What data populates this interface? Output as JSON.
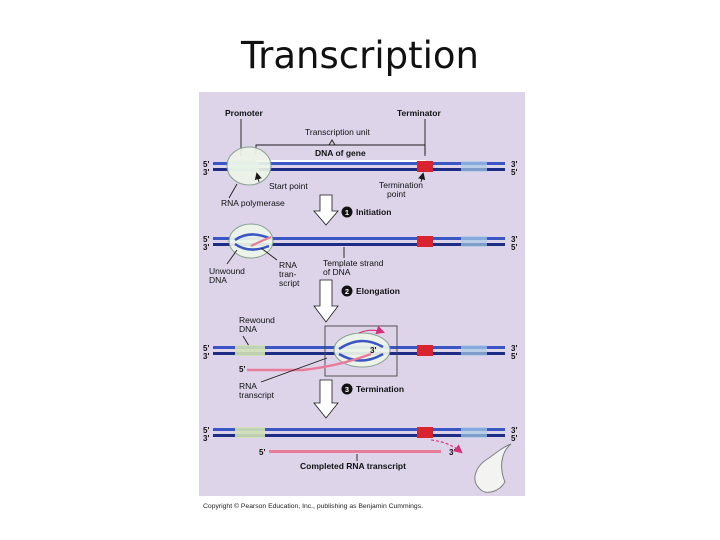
{
  "slide": {
    "title": "Transcription"
  },
  "colors": {
    "panel": "#ddd4ea",
    "template_strand": "#1d2d86",
    "coding_strand": "#3a55c4",
    "terminator": "#d9232e",
    "rna": "#e97b9a",
    "gene_bracket": "#ffffff",
    "polymerase": "#eef6e8"
  },
  "figure": {
    "promoter": "Promoter",
    "terminator": "Terminator",
    "transcription_unit": "Transcription unit",
    "dna_of_gene": "DNA of gene",
    "start_point": "Start point",
    "rna_polymerase": "RNA polymerase",
    "termination_point_l1": "Termination",
    "termination_point_l2": "point",
    "unwound_l1": "Unwound",
    "unwound_l2": "DNA",
    "rna_tr_l1": "RNA",
    "rna_tr_l2": "tran-",
    "rna_tr_l3": "script",
    "template_l1": "Template strand",
    "template_l2": "of DNA",
    "rewound_l1": "Rewound",
    "rewound_l2": "DNA",
    "rna_transcript_l1": "RNA",
    "rna_transcript_l2": "transcript",
    "completed": "Completed RNA transcript",
    "copyright": "Copyright © Pearson Education, Inc., publishing as Benjamin Cummings.",
    "prime5": "5'",
    "prime3": "3'",
    "steps": [
      {
        "num": "1",
        "label": "Initiation"
      },
      {
        "num": "2",
        "label": "Elongation"
      },
      {
        "num": "3",
        "label": "Termination"
      }
    ]
  }
}
